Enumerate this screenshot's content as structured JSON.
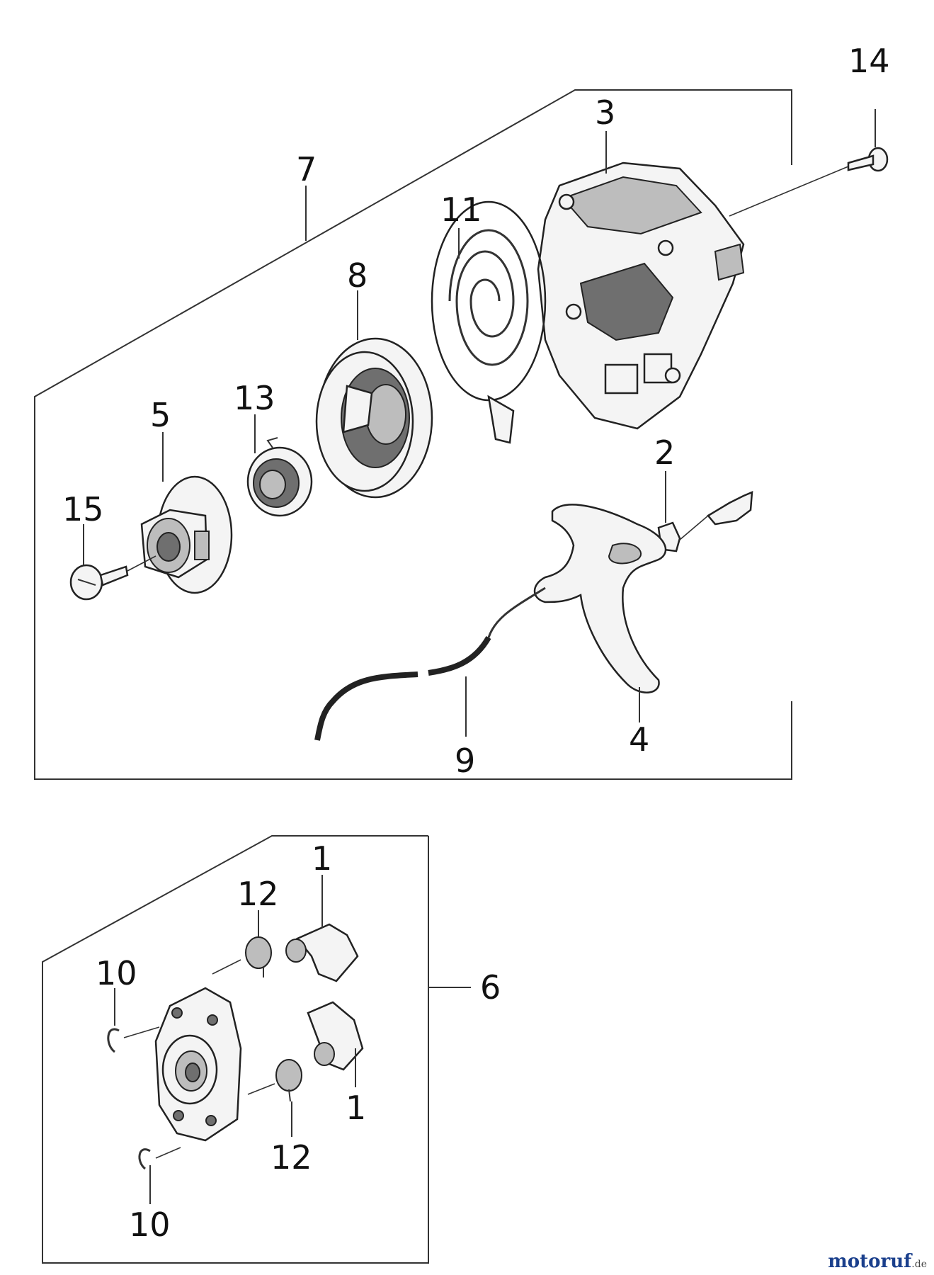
{
  "callouts": {
    "c1a": "1",
    "c1b": "1",
    "c2": "2",
    "c3": "3",
    "c4": "4",
    "c5": "5",
    "c6": "6",
    "c7": "7",
    "c8": "8",
    "c9": "9",
    "c10a": "10",
    "c10b": "10",
    "c11": "11",
    "c12a": "12",
    "c12b": "12",
    "c13": "13",
    "c14": "14",
    "c15": "15"
  },
  "watermark": {
    "brand": "motoruf",
    "tld": ".de"
  },
  "colors": {
    "line": "#333333",
    "part_fill": "#f4f4f4",
    "shade_dark": "#6f6f6f",
    "shade_mid": "#bdbdbd"
  }
}
